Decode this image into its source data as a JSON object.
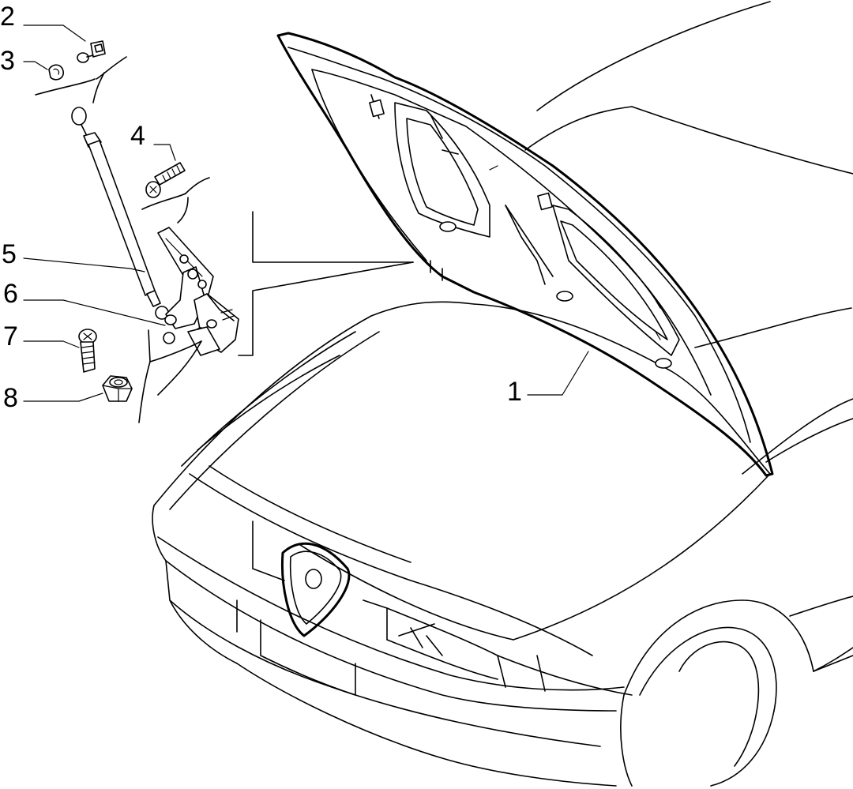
{
  "callouts": [
    {
      "number": "1",
      "part": "bonnet"
    },
    {
      "number": "2",
      "part": "gas-spring-ball-stud"
    },
    {
      "number": "3",
      "part": "washer"
    },
    {
      "number": "4",
      "part": "hinge-screw"
    },
    {
      "number": "5",
      "part": "gas-spring"
    },
    {
      "number": "6",
      "part": "bonnet-hinge"
    },
    {
      "number": "7",
      "part": "bolt"
    },
    {
      "number": "8",
      "part": "nut"
    }
  ]
}
